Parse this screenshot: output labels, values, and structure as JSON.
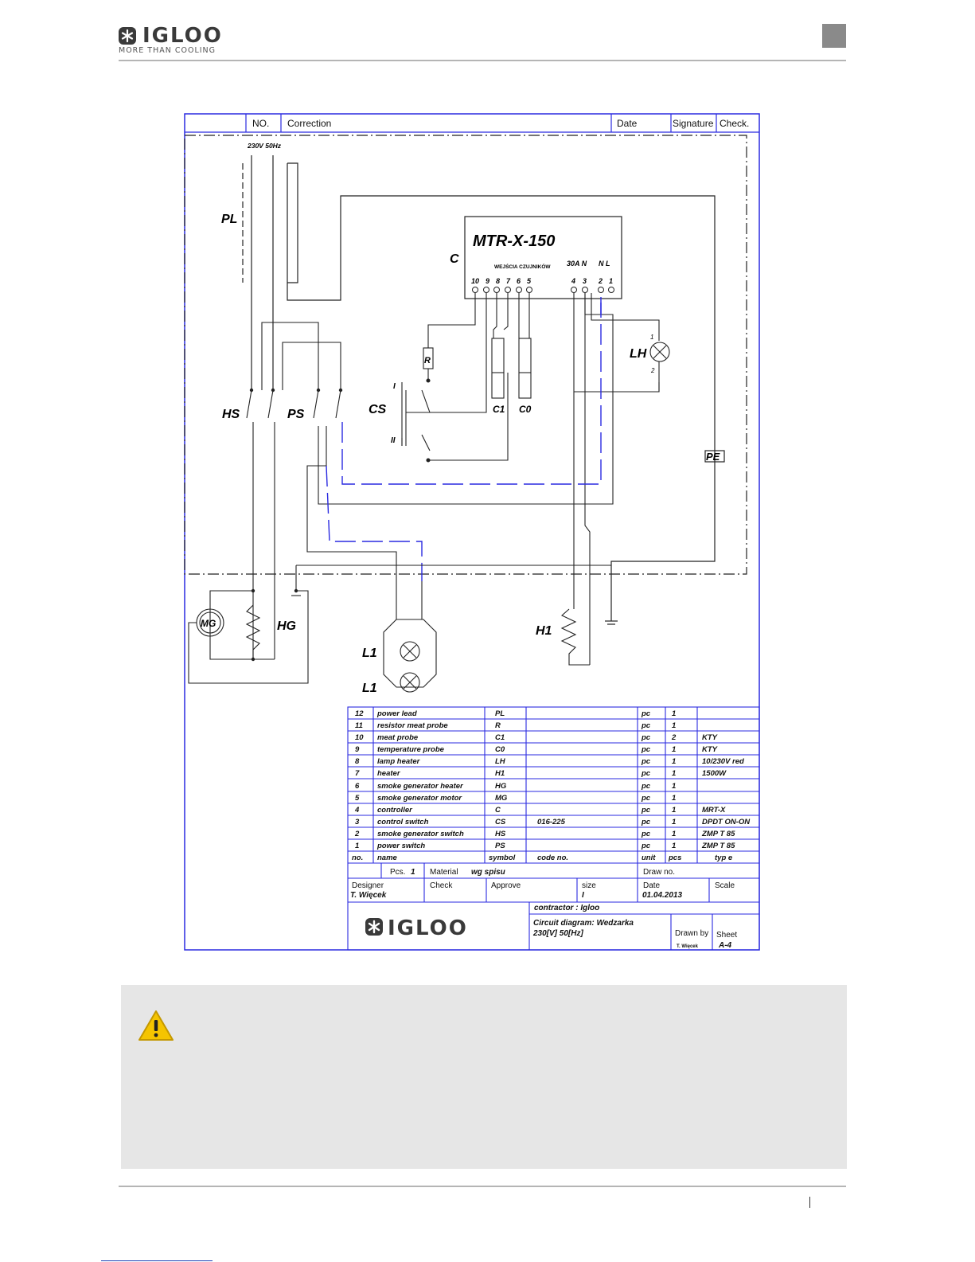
{
  "header": {
    "brand": "IGLOO",
    "tagline": "MORE THAN COOLING"
  },
  "revision_table": {
    "no": "NO.",
    "correction": "Correction",
    "date": "Date",
    "signature": "Signature",
    "check": "Check."
  },
  "schematic": {
    "supply": "230V 50Hz",
    "controller_name": "MTR-X-150",
    "controller_ref": "C",
    "inputs_label": "WEJŚCIA CZUJNIKÓW",
    "output_label": "30A N",
    "supply_label": "N L",
    "terminals": [
      "10",
      "9",
      "8",
      "7",
      "6",
      "5",
      "4",
      "3",
      "2",
      "1"
    ],
    "labels": {
      "PL": "PL",
      "HS": "HS",
      "PS": "PS",
      "CS": "CS",
      "R": "R",
      "C1": "C1",
      "C0": "C0",
      "LH": "LH",
      "PE": "PE",
      "MG": "MG",
      "HG": "HG",
      "L1a": "L1",
      "L1b": "L1",
      "H1": "H1",
      "I": "I",
      "II": "II",
      "one": "1",
      "two": "2"
    }
  },
  "parts_list": {
    "rows": [
      [
        "12",
        "power lead",
        "PL",
        "",
        "pc",
        "1",
        ""
      ],
      [
        "11",
        "resistor meat probe",
        "R",
        "",
        "pc",
        "1",
        ""
      ],
      [
        "10",
        "meat probe",
        "C1",
        "",
        "pc",
        "2",
        "KTY"
      ],
      [
        "9",
        "temperature probe",
        "C0",
        "",
        "pc",
        "1",
        "KTY"
      ],
      [
        "8",
        "lamp heater",
        "LH",
        "",
        "pc",
        "1",
        "10/230V red"
      ],
      [
        "7",
        "heater",
        "H1",
        "",
        "pc",
        "1",
        "1500W"
      ],
      [
        "6",
        "smoke generator heater",
        "HG",
        "",
        "pc",
        "1",
        ""
      ],
      [
        "5",
        "smoke generator motor",
        "MG",
        "",
        "pc",
        "1",
        ""
      ],
      [
        "4",
        "controller",
        "C",
        "",
        "pc",
        "1",
        "MRT-X"
      ],
      [
        "3",
        "control switch",
        "CS",
        "016-225",
        "pc",
        "1",
        "DPDT ON-ON"
      ],
      [
        "2",
        "smoke generator switch",
        "HS",
        "",
        "pc",
        "1",
        "ZMP T 85"
      ],
      [
        "1",
        "power switch",
        "PS",
        "",
        "pc",
        "1",
        "ZMP T 85"
      ]
    ],
    "header": [
      "no.",
      "name",
      "symbol",
      "code no.",
      "unit",
      "pcs",
      "typ e"
    ]
  },
  "title_block": {
    "pcs_label": "Pcs.",
    "pcs_value": "1",
    "material_label": "Material",
    "material_value": "wg spisu",
    "draw_no_label": "Draw no.",
    "designer_label": "Designer",
    "designer_value": "T. Więcek",
    "check_label": "Check",
    "approve_label": "Approve",
    "size_label": "size",
    "size_value": "I",
    "date_label": "Date",
    "date_value": "01.04.2013",
    "scale_label": "Scale",
    "contractor": "contractor :   Igloo",
    "brand": "IGLOO",
    "title_line1": "Circuit diagram: Wedzarka",
    "title_line2": "230[V] 50[Hz]",
    "drawn_by_label": "Drawn by",
    "drawn_by_value": "T. Więcek",
    "sheet_label": "Sheet",
    "sheet_value": "A-4"
  },
  "colors": {
    "frame": "#2a2ae0",
    "wire": "#222222",
    "wire_blue": "#2a2ae0",
    "warning_bg": "#e6e6e6",
    "warning_icon": "#f5c400"
  }
}
